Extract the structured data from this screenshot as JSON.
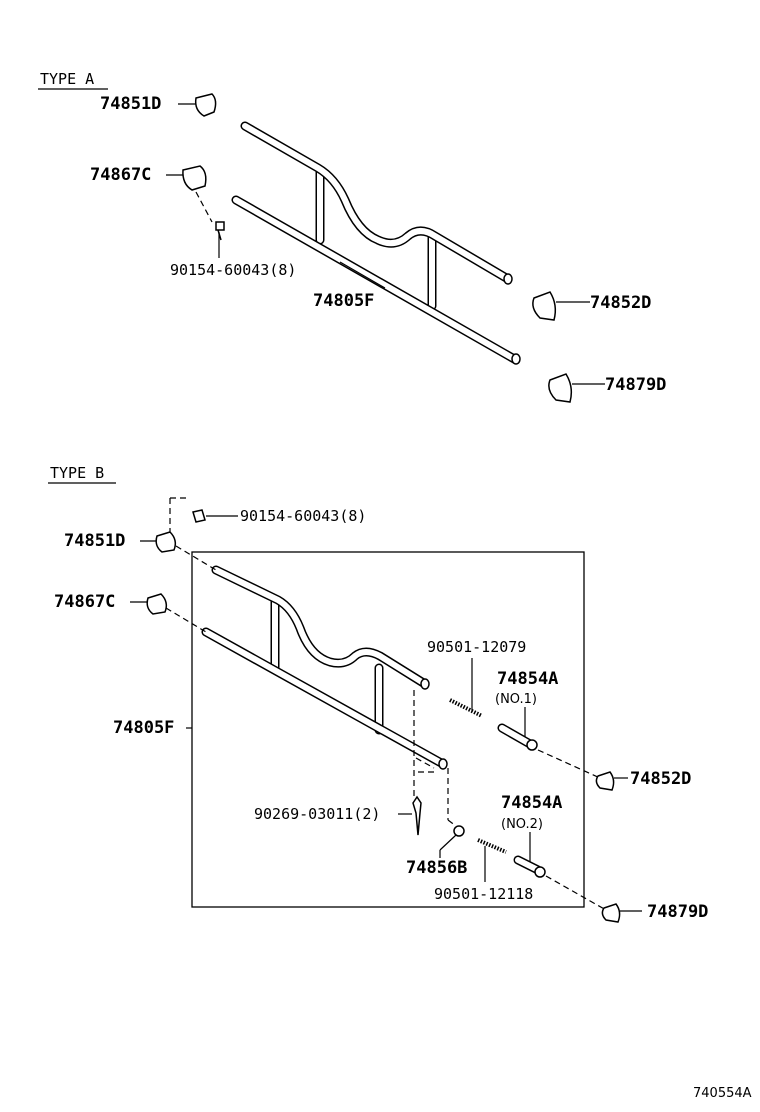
{
  "type_a": {
    "heading": "TYPE A",
    "labels": {
      "p74851D": "74851D",
      "p74867C": "74867C",
      "p90154": "90154-60043(8)",
      "p74805F": "74805F",
      "p74852D": "74852D",
      "p74879D": "74879D"
    }
  },
  "type_b": {
    "heading": "TYPE B",
    "labels": {
      "p90154": "90154-60043(8)",
      "p74851D": "74851D",
      "p74867C": "74867C",
      "p74805F": "74805F",
      "p90501_12079": "90501-12079",
      "p74854A_1": "74854A",
      "no1": "(NO.1)",
      "p74852D": "74852D",
      "p74854A_2": "74854A",
      "no2": "(NO.2)",
      "p90269": "90269-03011(2)",
      "p74856B": "74856B",
      "p90501_12118": "90501-12118",
      "p74879D": "74879D"
    }
  },
  "figure_id": "740554A"
}
